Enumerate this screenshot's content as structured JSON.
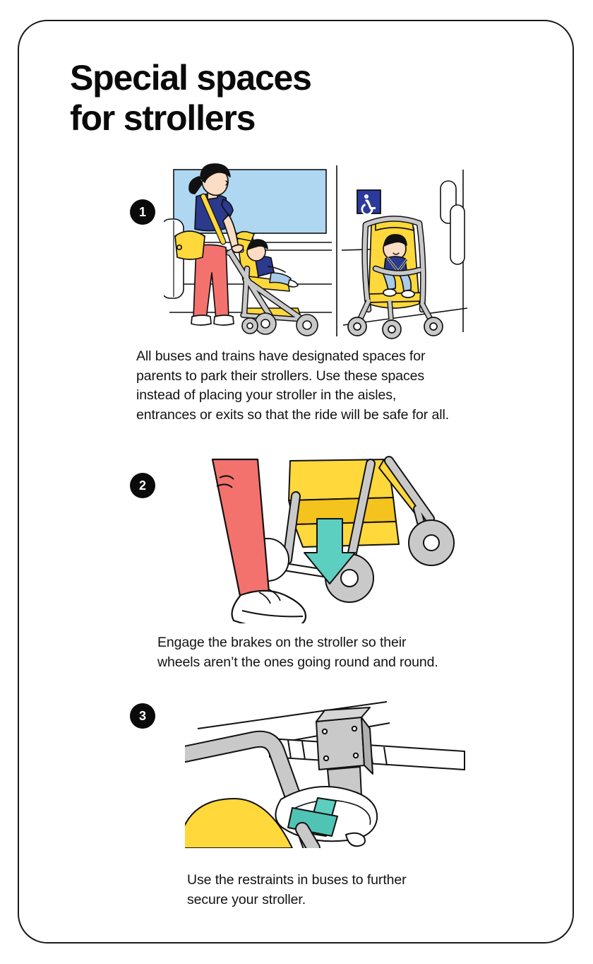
{
  "poster": {
    "title": "Special spaces\nfor strollers",
    "background_color": "#ffffff",
    "border_color": "#1a1a1a"
  },
  "palette": {
    "yellow": "#FFD83B",
    "yellow_dark": "#F5C31E",
    "coral": "#F4726E",
    "coral_dark": "#E0605C",
    "navy": "#2B3A8C",
    "teal": "#5DCFC0",
    "grey": "#C9C9C9",
    "grey_dark": "#AFAFAF",
    "sky": "#AFD7F2",
    "skin": "#FBDCC4",
    "sign_blue": "#2B3A9C",
    "outline": "#111111"
  },
  "steps": [
    {
      "number": "1",
      "text": "All buses and trains have designated spaces for\nparents to park their strollers. Use these spaces\ninstead of placing your stroller in the aisles,\nentrances or exits so that the ride will be safe for all.",
      "illustration": "woman-pushing-stroller-in-vehicle-and-parked-stroller-at-accessible-space",
      "sign_label": "wheelchair-accessible-space-sign"
    },
    {
      "number": "2",
      "text": "Engage the brakes on the stroller so their\nwheels aren’t the ones going round and round.",
      "illustration": "foot-pressing-stroller-brake-pedal-with-down-arrow"
    },
    {
      "number": "3",
      "text": "Use the restraints in buses to further\nsecure your stroller.",
      "illustration": "teal-restraint-strap-securing-stroller-frame-to-bus-rail"
    }
  ]
}
